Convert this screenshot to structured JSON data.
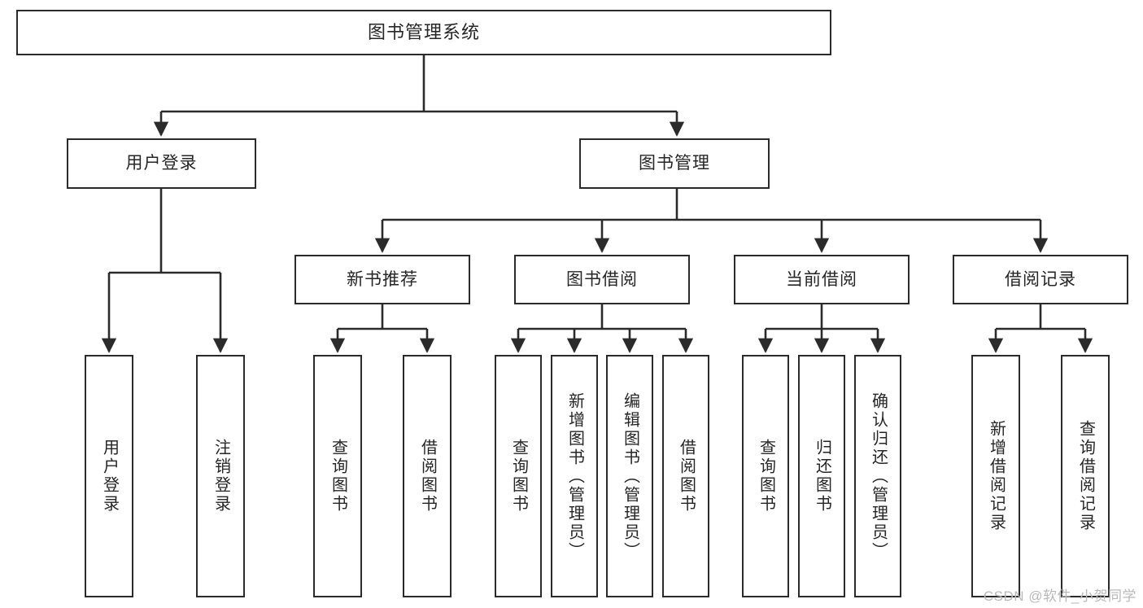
{
  "diagram": {
    "title": "图书管理系统",
    "watermark": "CSDN @软件_小贺同学",
    "type": "tree",
    "colors": {
      "border": "#2b2b2b",
      "text": "#262626",
      "background": "#ffffff",
      "watermark": "#b9b9b9"
    },
    "root": {
      "label": "图书管理系统"
    },
    "level1": [
      {
        "label": "用户登录"
      },
      {
        "label": "图书管理"
      }
    ],
    "level2": [
      {
        "label": "新书推荐"
      },
      {
        "label": "图书借阅"
      },
      {
        "label": "当前借阅"
      },
      {
        "label": "借阅记录"
      }
    ],
    "leaves": {
      "user_login": [
        {
          "label": "用户登录"
        },
        {
          "label": "注销登录"
        }
      ],
      "new_book_recommend": [
        {
          "label": "查询图书"
        },
        {
          "label": "借阅图书"
        }
      ],
      "book_borrow": [
        {
          "label": "查询图书"
        },
        {
          "label": "新增图书（管理员）"
        },
        {
          "label": "编辑图书（管理员）"
        },
        {
          "label": "借阅图书"
        }
      ],
      "current_borrow": [
        {
          "label": "查询图书"
        },
        {
          "label": "归还图书"
        },
        {
          "label": "确认归还（管理员）"
        }
      ],
      "borrow_record": [
        {
          "label": "新增借阅记录"
        },
        {
          "label": "查询借阅记录"
        }
      ]
    }
  }
}
